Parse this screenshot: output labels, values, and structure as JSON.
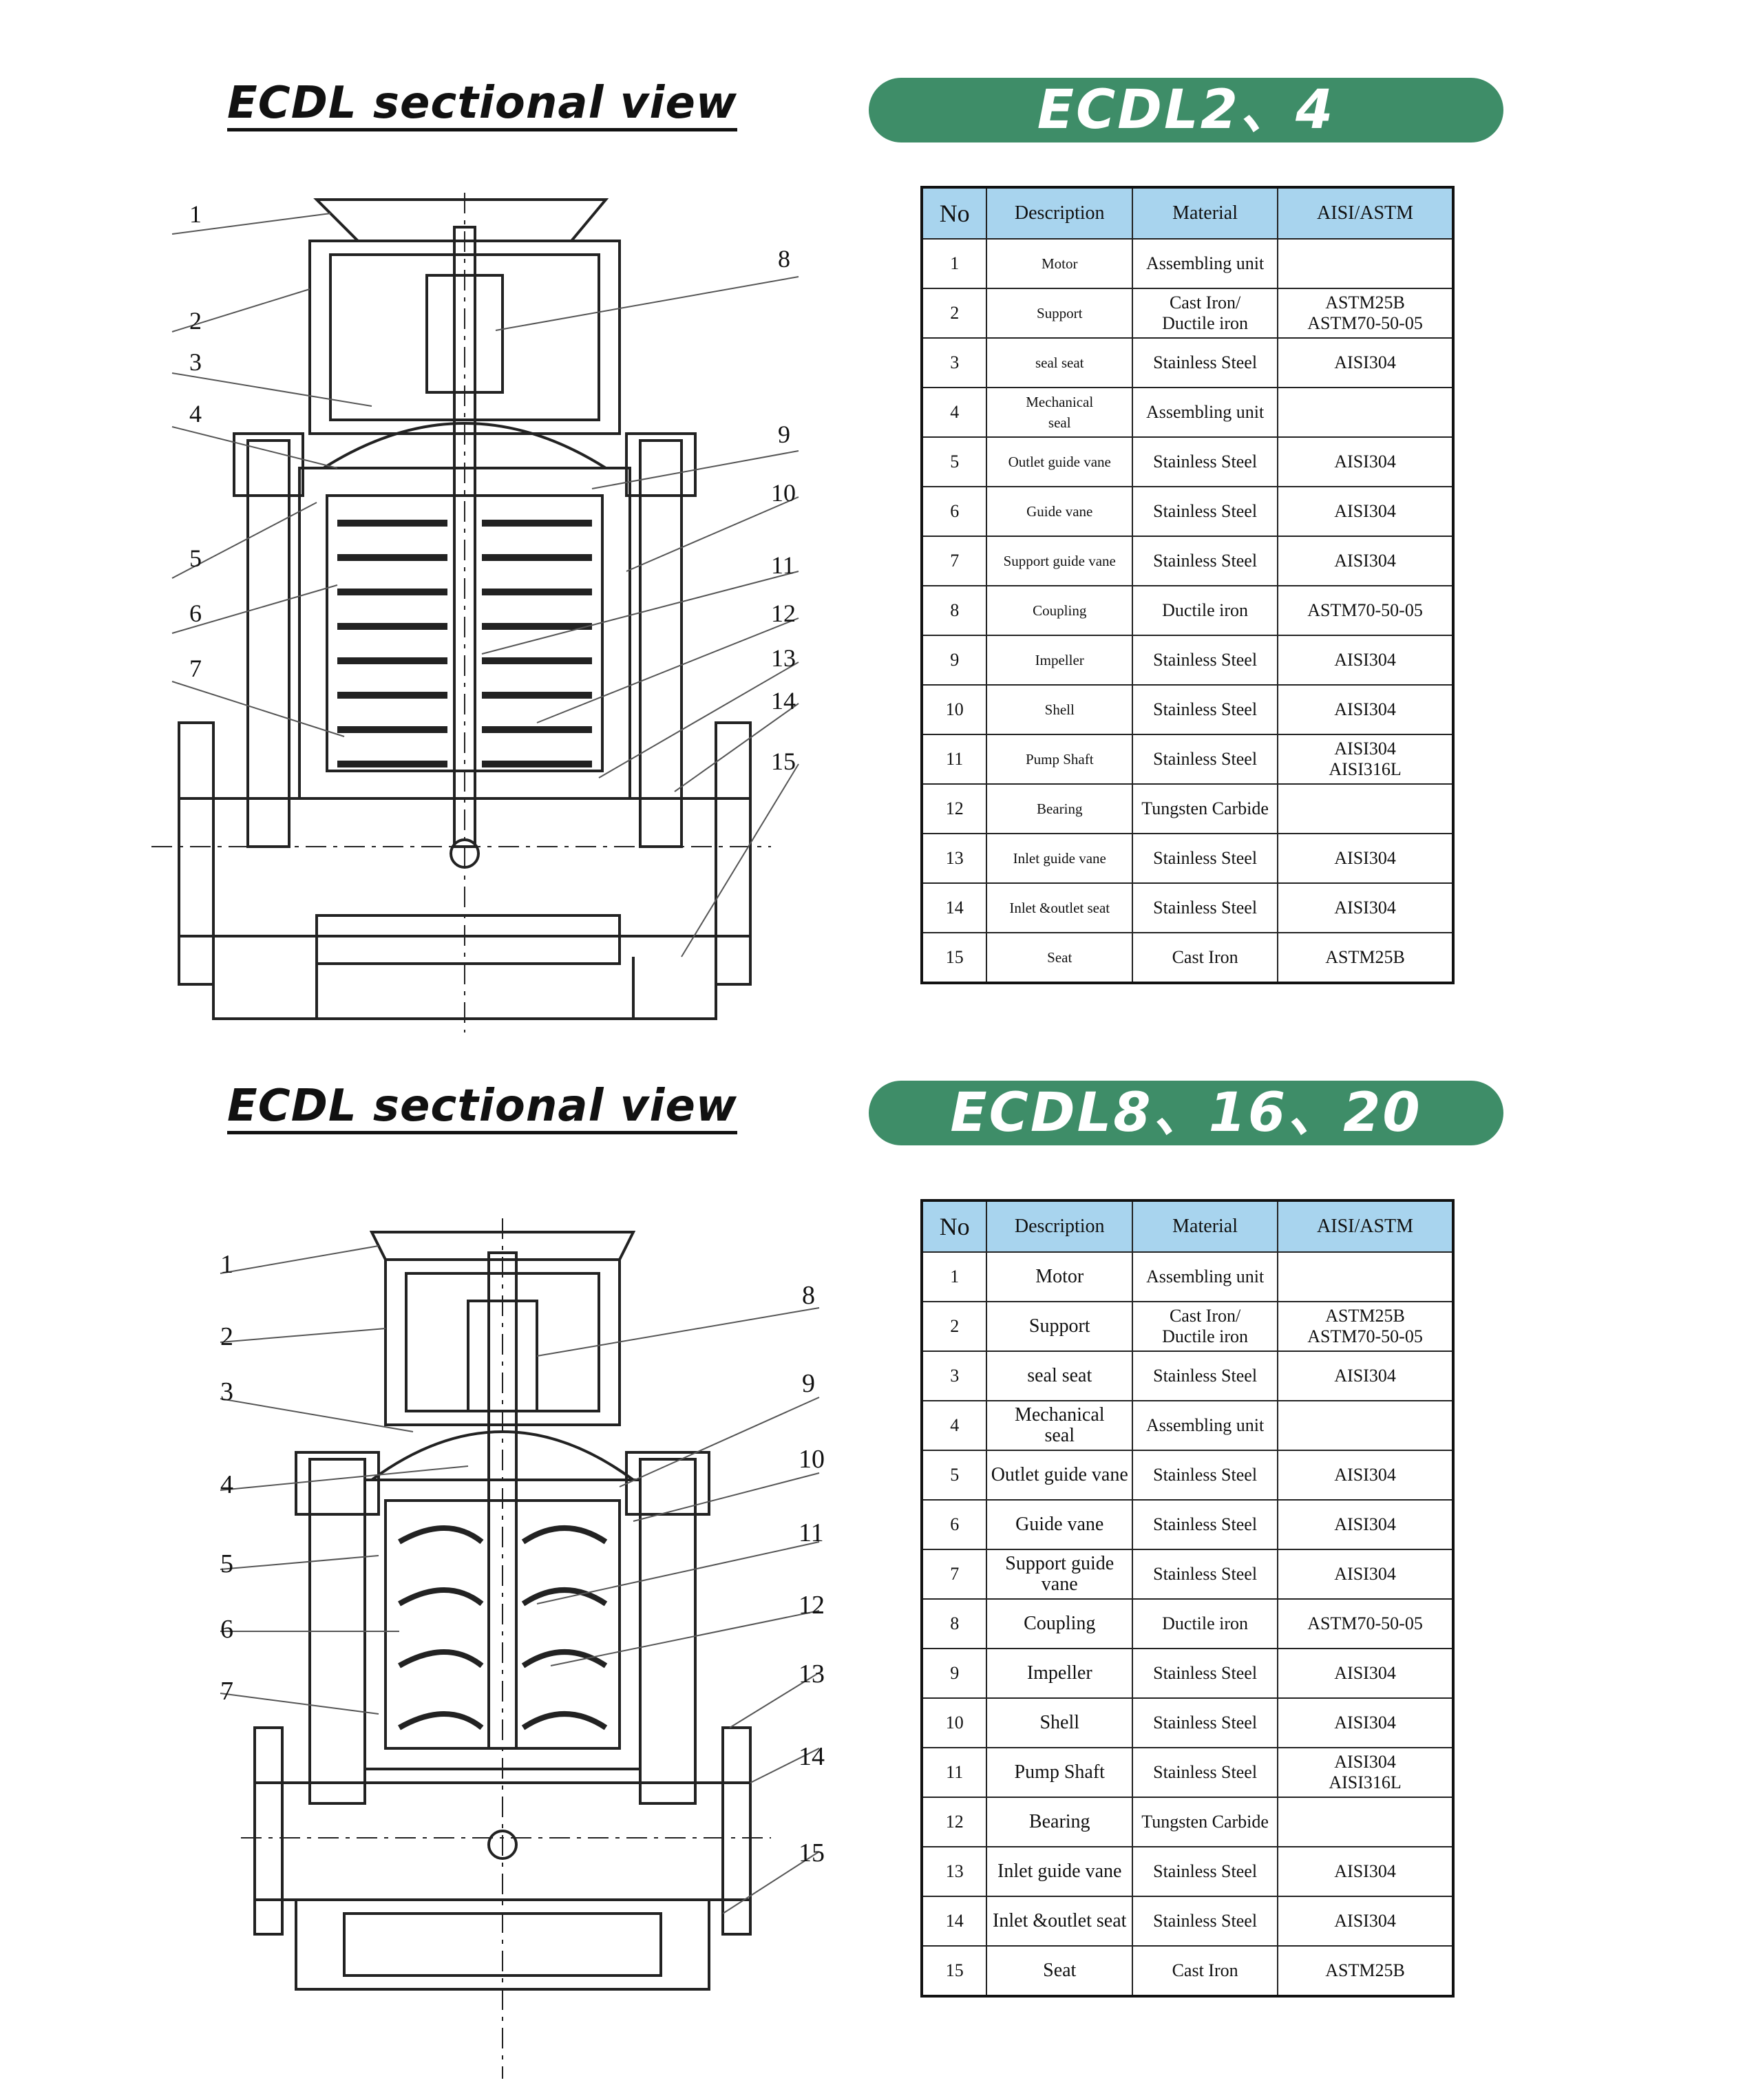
{
  "sections": [
    {
      "title": "ECDL sectional view",
      "model": "ECDL2、4",
      "callouts": [
        "1",
        "2",
        "3",
        "4",
        "5",
        "6",
        "7",
        "8",
        "9",
        "10",
        "11",
        "12",
        "13",
        "14",
        "15"
      ],
      "table": {
        "headers": [
          "No",
          "Description",
          "Material",
          "AISI/ASTM"
        ],
        "rows": [
          {
            "no": "1",
            "desc": "Motor",
            "mat": "Assembling unit",
            "aisi": ""
          },
          {
            "no": "2",
            "desc": "Support",
            "mat": "Cast Iron/ Ductile iron",
            "mat1": "Cast Iron/",
            "mat2": "Ductile iron",
            "aisi": "ASTM25B ASTM70-50-05",
            "aisi1": "ASTM25B",
            "aisi2": "ASTM70-50-05"
          },
          {
            "no": "3",
            "desc": "seal seat",
            "mat": "Stainless Steel",
            "aisi": "AISI304"
          },
          {
            "no": "4",
            "desc": "Mechanical seal",
            "desc1": "Mechanical",
            "desc2": "seal",
            "mat": "Assembling unit",
            "aisi": ""
          },
          {
            "no": "5",
            "desc": "Outlet guide vane",
            "mat": "Stainless Steel",
            "aisi": "AISI304"
          },
          {
            "no": "6",
            "desc": "Guide vane",
            "mat": "Stainless Steel",
            "aisi": "AISI304"
          },
          {
            "no": "7",
            "desc": "Support guide vane",
            "mat": "Stainless Steel",
            "aisi": "AISI304"
          },
          {
            "no": "8",
            "desc": "Coupling",
            "mat": "Ductile iron",
            "aisi": "ASTM70-50-05"
          },
          {
            "no": "9",
            "desc": "Impeller",
            "mat": "Stainless Steel",
            "aisi": "AISI304"
          },
          {
            "no": "10",
            "desc": "Shell",
            "mat": "Stainless Steel",
            "aisi": "AISI304"
          },
          {
            "no": "11",
            "desc": "Pump Shaft",
            "mat": "Stainless Steel",
            "aisi": "AISI304 AISI316L",
            "aisi1": "AISI304",
            "aisi2": "AISI316L"
          },
          {
            "no": "12",
            "desc": "Bearing",
            "mat": "Tungsten Carbide",
            "aisi": ""
          },
          {
            "no": "13",
            "desc": "Inlet guide vane",
            "mat": "Stainless Steel",
            "aisi": "AISI304"
          },
          {
            "no": "14",
            "desc": "Inlet &outlet seat",
            "mat": "Stainless Steel",
            "aisi": "AISI304"
          },
          {
            "no": "15",
            "desc": "Seat",
            "mat": "Cast Iron",
            "aisi": "ASTM25B"
          }
        ]
      }
    },
    {
      "title": "ECDL sectional view",
      "model": "ECDL8、16、20",
      "callouts": [
        "1",
        "2",
        "3",
        "4",
        "5",
        "6",
        "7",
        "8",
        "9",
        "10",
        "11",
        "12",
        "13",
        "14",
        "15"
      ],
      "table": {
        "headers": [
          "No",
          "Description",
          "Material",
          "AISI/ASTM"
        ],
        "rows": [
          {
            "no": "1",
            "desc": "Motor",
            "mat": "Assembling unit",
            "aisi": ""
          },
          {
            "no": "2",
            "desc": "Support",
            "mat": "Cast Iron/ Ductile iron",
            "mat1": "Cast Iron/",
            "mat2": "Ductile iron",
            "aisi": "ASTM25B ASTM70-50-05",
            "aisi1": "ASTM25B",
            "aisi2": "ASTM70-50-05"
          },
          {
            "no": "3",
            "desc": "seal seat",
            "mat": "Stainless Steel",
            "aisi": "AISI304"
          },
          {
            "no": "4",
            "desc": "Mechanical seal",
            "desc1": "Mechanical",
            "desc2": "seal",
            "mat": "Assembling unit",
            "aisi": ""
          },
          {
            "no": "5",
            "desc": "Outlet guide vane",
            "mat": "Stainless Steel",
            "aisi": "AISI304"
          },
          {
            "no": "6",
            "desc": "Guide vane",
            "mat": "Stainless Steel",
            "aisi": "AISI304"
          },
          {
            "no": "7",
            "desc": "Support guide vane",
            "mat": "Stainless Steel",
            "aisi": "AISI304"
          },
          {
            "no": "8",
            "desc": "Coupling",
            "mat": "Ductile iron",
            "aisi": "ASTM70-50-05"
          },
          {
            "no": "9",
            "desc": "Impeller",
            "mat": "Stainless Steel",
            "aisi": "AISI304"
          },
          {
            "no": "10",
            "desc": "Shell",
            "mat": "Stainless Steel",
            "aisi": "AISI304"
          },
          {
            "no": "11",
            "desc": "Pump Shaft",
            "mat": "Stainless Steel",
            "aisi": "AISI304 AISI316L",
            "aisi1": "AISI304",
            "aisi2": "AISI316L"
          },
          {
            "no": "12",
            "desc": "Bearing",
            "mat": "Tungsten Carbide",
            "aisi": ""
          },
          {
            "no": "13",
            "desc": "Inlet guide vane",
            "mat": "Stainless Steel",
            "aisi": "AISI304"
          },
          {
            "no": "14",
            "desc": "Inlet &outlet seat",
            "mat": "Stainless Steel",
            "aisi": "AISI304"
          },
          {
            "no": "15",
            "desc": "Seat",
            "mat": "Cast Iron",
            "aisi": "ASTM25B"
          }
        ]
      }
    }
  ],
  "colors": {
    "banner": "#3e8d68",
    "table_header": "#a8d4ee"
  }
}
